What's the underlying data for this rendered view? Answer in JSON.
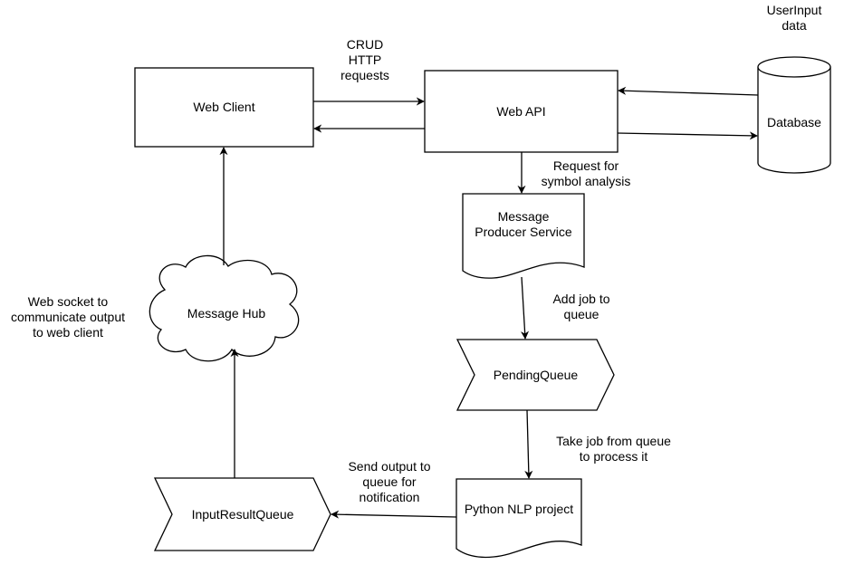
{
  "nodes": {
    "web_client": "Web Client",
    "web_api": "Web API",
    "database": "Database",
    "message_producer": [
      "Message",
      "Producer Service"
    ],
    "pending_queue": "PendingQueue",
    "python_nlp": "Python NLP project",
    "input_result_queue": "InputResultQueue",
    "message_hub": "Message Hub"
  },
  "edge_labels": {
    "crud": [
      "CRUD",
      "HTTP",
      "requests"
    ],
    "userinput": [
      "UserInput",
      "data"
    ],
    "request_symbol": [
      "Request for",
      "symbol analysis"
    ],
    "add_job": [
      "Add job to",
      "queue"
    ],
    "take_job": [
      "Take job from queue",
      "to process it"
    ],
    "send_output": [
      "Send output to",
      "queue for",
      "notification"
    ],
    "web_socket": [
      "Web socket to",
      "communicate output",
      "to web client"
    ]
  },
  "colors": {
    "stroke": "#000000",
    "fill": "#ffffff"
  }
}
